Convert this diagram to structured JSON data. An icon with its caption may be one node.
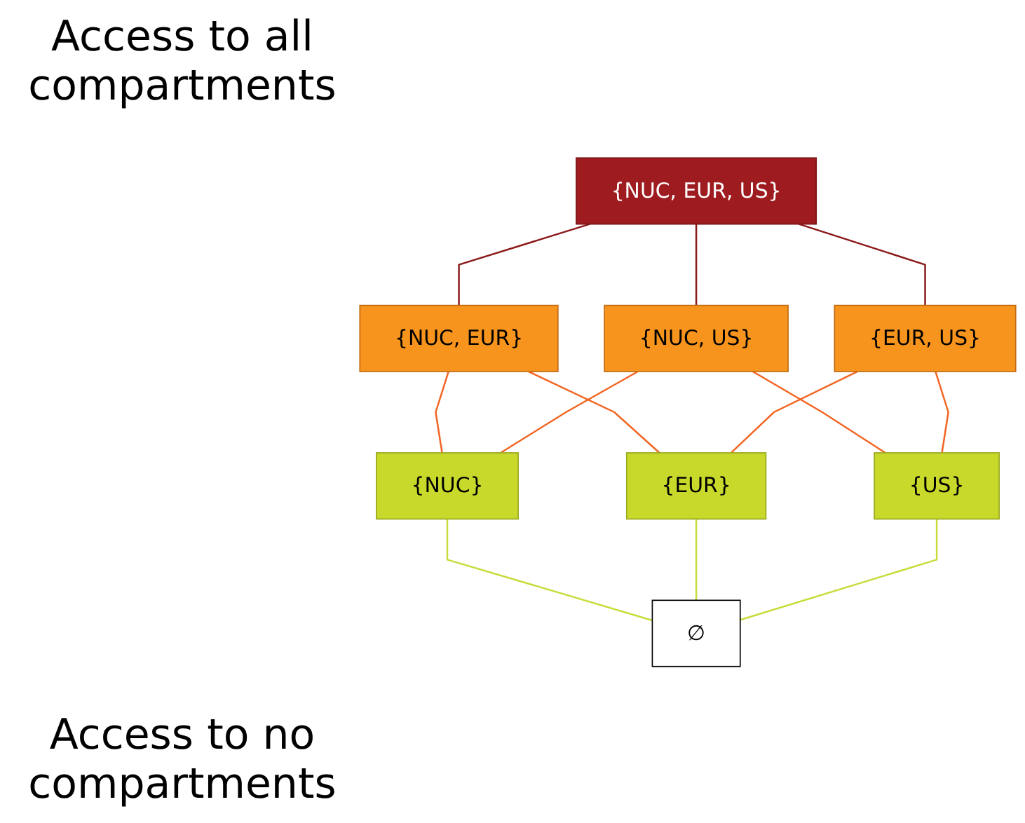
{
  "diagram": {
    "nodes": [
      {
        "text": [
          "{NUC, EUR, US}"
        ]
      },
      {
        "text": [
          "{NUC, EUR}"
        ]
      },
      {
        "text": [
          "{NUC, US}"
        ]
      },
      {
        "text": [
          "{EUR, US}"
        ]
      },
      {
        "text": [
          "{NUC}"
        ]
      },
      {
        "text": [
          "{EUR}"
        ]
      },
      {
        "text": [
          "{US}"
        ]
      },
      {
        "text": [
          "∅"
        ]
      }
    ],
    "edges": [
      {
        "from": 0,
        "to": 1,
        "arrow": "none",
        "color": "#8b1a1a"
      },
      {
        "from": 0,
        "to": 2,
        "arrow": "none",
        "color": "#8b1a1a"
      },
      {
        "from": 0,
        "to": 3,
        "arrow": "none",
        "color": "#8b1a1a"
      },
      {
        "from": 1,
        "to": 4,
        "arrow": "none"
      },
      {
        "from": 1,
        "to": 5,
        "arrow": "none"
      },
      {
        "from": 2,
        "to": 4,
        "arrow": "none"
      },
      {
        "from": 2,
        "to": 6,
        "arrow": "none"
      },
      {
        "from": 3,
        "to": 5,
        "arrow": "none"
      },
      {
        "from": 3,
        "to": 6,
        "arrow": "none"
      },
      {
        "from": 4,
        "to": 7,
        "arrow": "none",
        "color": "#c8dc3c"
      },
      {
        "from": 5,
        "to": 7,
        "arrow": "none",
        "color": "#c8dc3c"
      },
      {
        "from": 6,
        "to": 7,
        "arrow": "none",
        "color": "#c8dc3c"
      }
    ],
    "labels": [
      "Access to all compartments",
      "Access to no compartments"
    ]
  }
}
